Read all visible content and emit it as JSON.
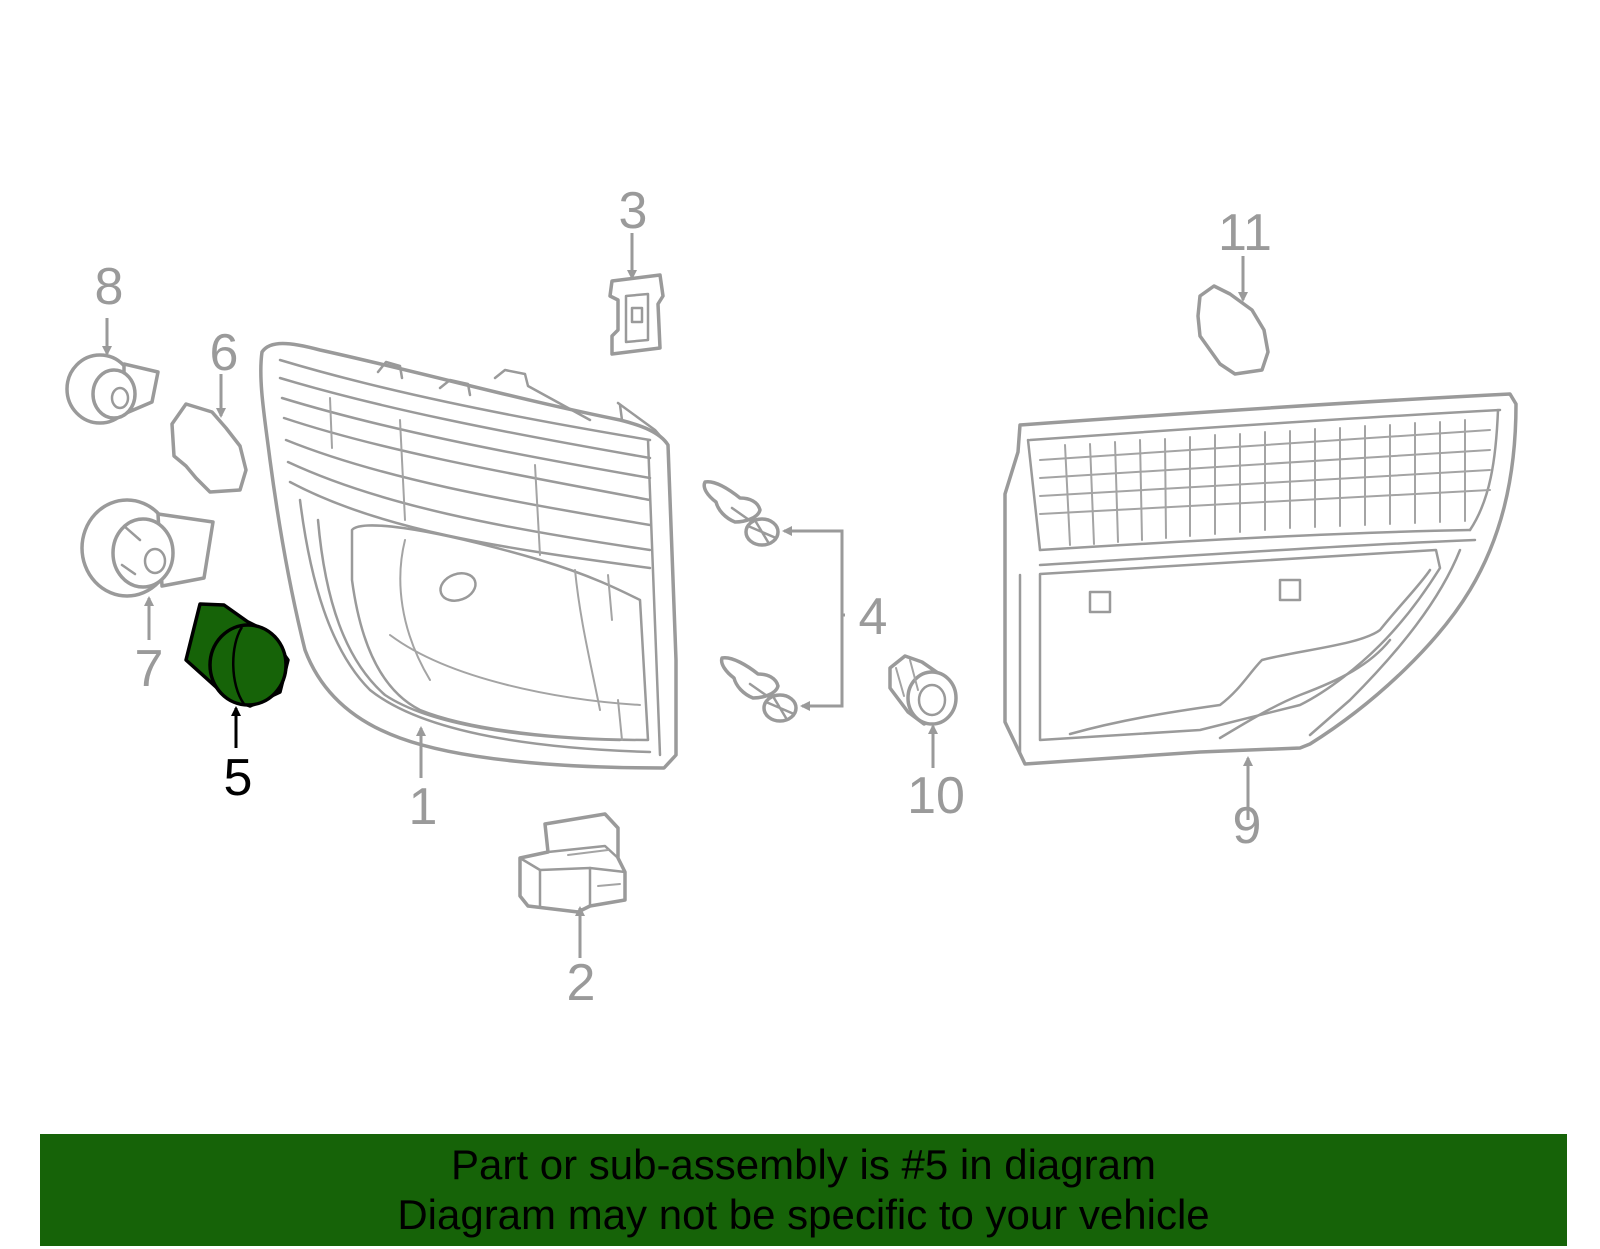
{
  "callouts": {
    "p1": "1",
    "p2": "2",
    "p3": "3",
    "p4": "4",
    "p5": "5",
    "p6": "6",
    "p7": "7",
    "p8": "8",
    "p9": "9",
    "p10": "10",
    "p11": "11"
  },
  "banner": {
    "line1": "Part or sub-assembly is #5 in diagram",
    "line2": "Diagram may not be specific to your vehicle"
  },
  "colors": {
    "highlight": "#166308",
    "part_stroke": "#9a9a9a",
    "banner_bg": "#166308"
  },
  "highlighted_part": "5"
}
